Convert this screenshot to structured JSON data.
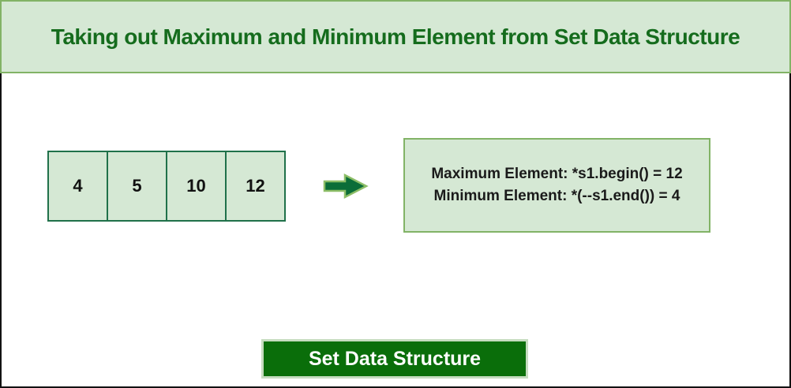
{
  "title": {
    "text": "Taking out Maximum and Minimum Element from Set Data Structure"
  },
  "array": {
    "cells": [
      "4",
      "5",
      "10",
      "12"
    ]
  },
  "result": {
    "line1": "Maximum Element: *s1.begin() = 12",
    "line2": "Minimum Element: *(--s1.end()) = 4"
  },
  "footer": {
    "label": "Set Data Structure"
  },
  "icons": {
    "arrow": "right-block-arrow"
  },
  "colors": {
    "light_green_fill": "#d5e8d4",
    "medium_green_border": "#82b366",
    "dark_cell_border": "#20714a",
    "arrow_fill": "#0b6d38",
    "title_text_green": "#156c1d",
    "footer_fill": "#0a6e0a",
    "frame_border": "#121212"
  }
}
